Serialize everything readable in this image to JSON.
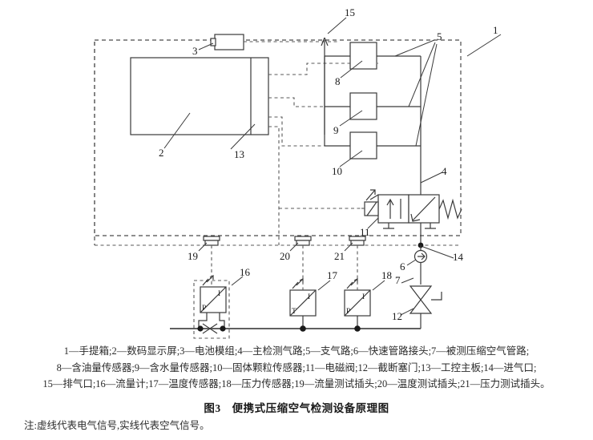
{
  "figure": {
    "title": "图3　便携式压缩空气检测设备原理图",
    "note": "注:虚线代表电气信号,实线代表空气信号。",
    "legend_lines": [
      "1—手提箱;2—数码显示屏;3—电池模组;4—主检测气路;5—支气路;6—快速管路接头;7—被测压缩空气管路;",
      "8—含油量传感器;9—含水量传感器;10—固体颗粒传感器;11—电磁阀;12—截断塞门;13—工控主板;14—进气口;",
      "15—排气口;16—流量计;17—温度传感器;18—压力传感器;19—流量测试插头;20—温度测试插头;21—压力测试插头。"
    ]
  },
  "callouts": {
    "c1": "1",
    "c2": "2",
    "c3": "3",
    "c4": "4",
    "c5": "5",
    "c6": "6",
    "c7": "7",
    "c8": "8",
    "c9": "9",
    "c10": "10",
    "c11": "11",
    "c12": "12",
    "c13": "13",
    "c14": "14",
    "c15": "15",
    "c16": "16",
    "c17": "17",
    "c18": "18",
    "c19": "19",
    "c20": "20",
    "c21": "21"
  },
  "instrument_tags": {
    "flow_meter_in": "P",
    "flow_meter_out": "I",
    "temp_sensor_in": "T",
    "temp_sensor_out": "I",
    "press_sensor_in": "P",
    "press_sensor_out": "I"
  },
  "colors": {
    "line": "#3a3a3a",
    "dashed": "#4a4a4a",
    "text": "#1a1a1a",
    "background": "#ffffff"
  }
}
